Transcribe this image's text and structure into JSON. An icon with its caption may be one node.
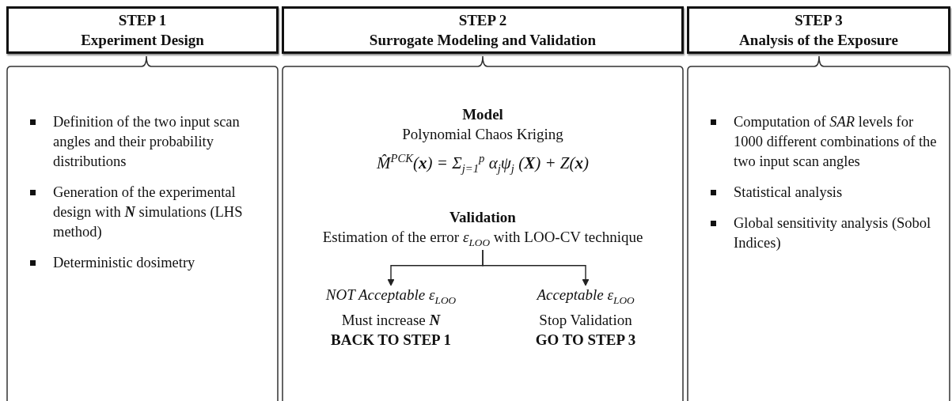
{
  "diagram": {
    "nodes": [
      {
        "text": [
          "STEP 1",
          "Experiment Design"
        ]
      },
      {
        "text": [
          "STEP 2",
          "Surrogate Modeling and Validation"
        ]
      },
      {
        "text": [
          "STEP 3",
          "Analysis of the Exposure"
        ]
      },
      {
        "text": [
          "Definition of the two input scan angles and their probability distributions",
          "Generation of the experimental design with **N** simulations (LHS method)",
          "Deterministic dosimetry"
        ]
      },
      {
        "text": [
          "Model",
          "Polynomial Chaos Kriging",
          "M̂$^{PCK}$(**x**) = Σ$_{j=1}$$^{p}$ α$_{j}$ψ$_{j}$ (**X**) + Z(**x**)"
        ]
      },
      {
        "text": [
          "Validation",
          "Estimation of the error *ε$_{LOO}$* with LOO-CV technique"
        ],
        "in": 4
      },
      {
        "text": [
          "NOT Acceptable ε$_{LOO}$",
          "Must increase **N**",
          "BACK TO STEP 1"
        ],
        "in": 4
      },
      {
        "text": [
          "Acceptable ε$_{LOO}$",
          "Stop Validation",
          "GO TO STEP 3"
        ],
        "in": 4
      },
      {
        "text": [
          "Computation of *SAR* levels for 1000 different combinations of the two input scan angles",
          "Statistical analysis",
          "Global sensitivity analysis (Sobol Indices)"
        ]
      }
    ],
    "edges": [
      {
        "from": 5,
        "to": 6,
        "arrow": "to"
      },
      {
        "from": 5,
        "to": 7,
        "arrow": "to"
      }
    ]
  }
}
